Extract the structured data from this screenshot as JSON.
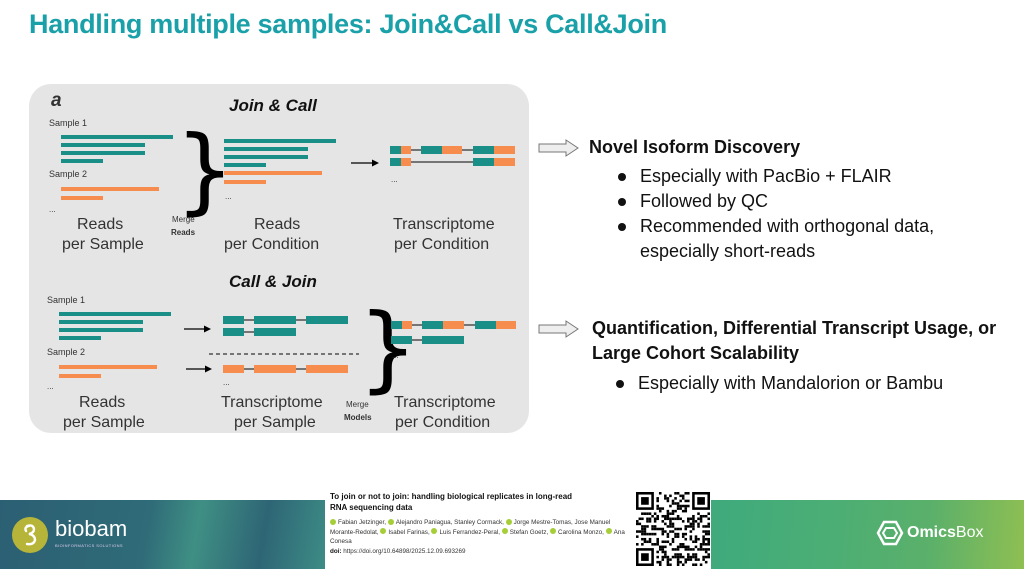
{
  "title": "Handling multiple samples: Join&Call vs Call&Join",
  "colors": {
    "accent": "#1aa0a8",
    "teal_read": "#1a8f87",
    "orange_read": "#f68c4e",
    "panel_bg": "#e5e5e5"
  },
  "diagram": {
    "panel_label": "a",
    "join_call": {
      "title": "Join & Call",
      "sample1": "Sample 1",
      "sample2": "Sample 2",
      "ellipsis": "...",
      "merge_line1": "Merge",
      "merge_line2": "Reads",
      "reads_per_sample_1": "Reads",
      "reads_per_sample_2": "per Sample",
      "reads_per_condition_1": "Reads",
      "reads_per_condition_2": "per Condition",
      "transcriptome_1": "Transcriptome",
      "transcriptome_2": "per Condition"
    },
    "call_join": {
      "title": "Call & Join",
      "sample1": "Sample 1",
      "sample2": "Sample 2",
      "ellipsis": "...",
      "merge_line1": "Merge",
      "merge_line2": "Models",
      "reads_per_sample_1": "Reads",
      "reads_per_sample_2": "per Sample",
      "transcriptome_sample_1": "Transcriptome",
      "transcriptome_sample_2": "per Sample",
      "transcriptome_condition_1": "Transcriptome",
      "transcriptome_condition_2": "per Condition"
    }
  },
  "sections": [
    {
      "heading": "Novel Isoform Discovery",
      "bullets": [
        "Especially with PacBio + FLAIR",
        "Followed by QC",
        "Recommended with orthogonal data, especially short-reads"
      ]
    },
    {
      "heading": "Quantification, Differential Transcript Usage, or Large Cohort Scalability",
      "bullets": [
        "Especially with Mandalorion or Bambu"
      ]
    }
  ],
  "footer": {
    "biobam_name": "biobam",
    "biobam_tagline": "BIOINFORMATICS SOLUTIONS",
    "paper_title": "To join or not to join: handling biological replicates in long-read RNA sequencing data",
    "authors": [
      {
        "name": "Fabian Jetzinger,",
        "orcid": true
      },
      {
        "name": "Alejandro Paniagua, Stanley Cormack,",
        "orcid": true
      },
      {
        "name": "Jorge Mestre-Tomas, Jose Manuel Morante-Redolat,",
        "orcid": true
      },
      {
        "name": "Isabel Farinas,",
        "orcid": true
      },
      {
        "name": "Luis Ferrandez-Peral,",
        "orcid": true
      },
      {
        "name": "Stefan Goetz,",
        "orcid": true
      },
      {
        "name": "Carolina Monzo,",
        "orcid": true
      },
      {
        "name": "Ana Conesa",
        "orcid": true
      }
    ],
    "doi_label": "doi:",
    "doi_value": "https://doi.org/10.64898/2025.12.09.693269",
    "omics_bold": "Omics",
    "omics_rest": "Box"
  }
}
